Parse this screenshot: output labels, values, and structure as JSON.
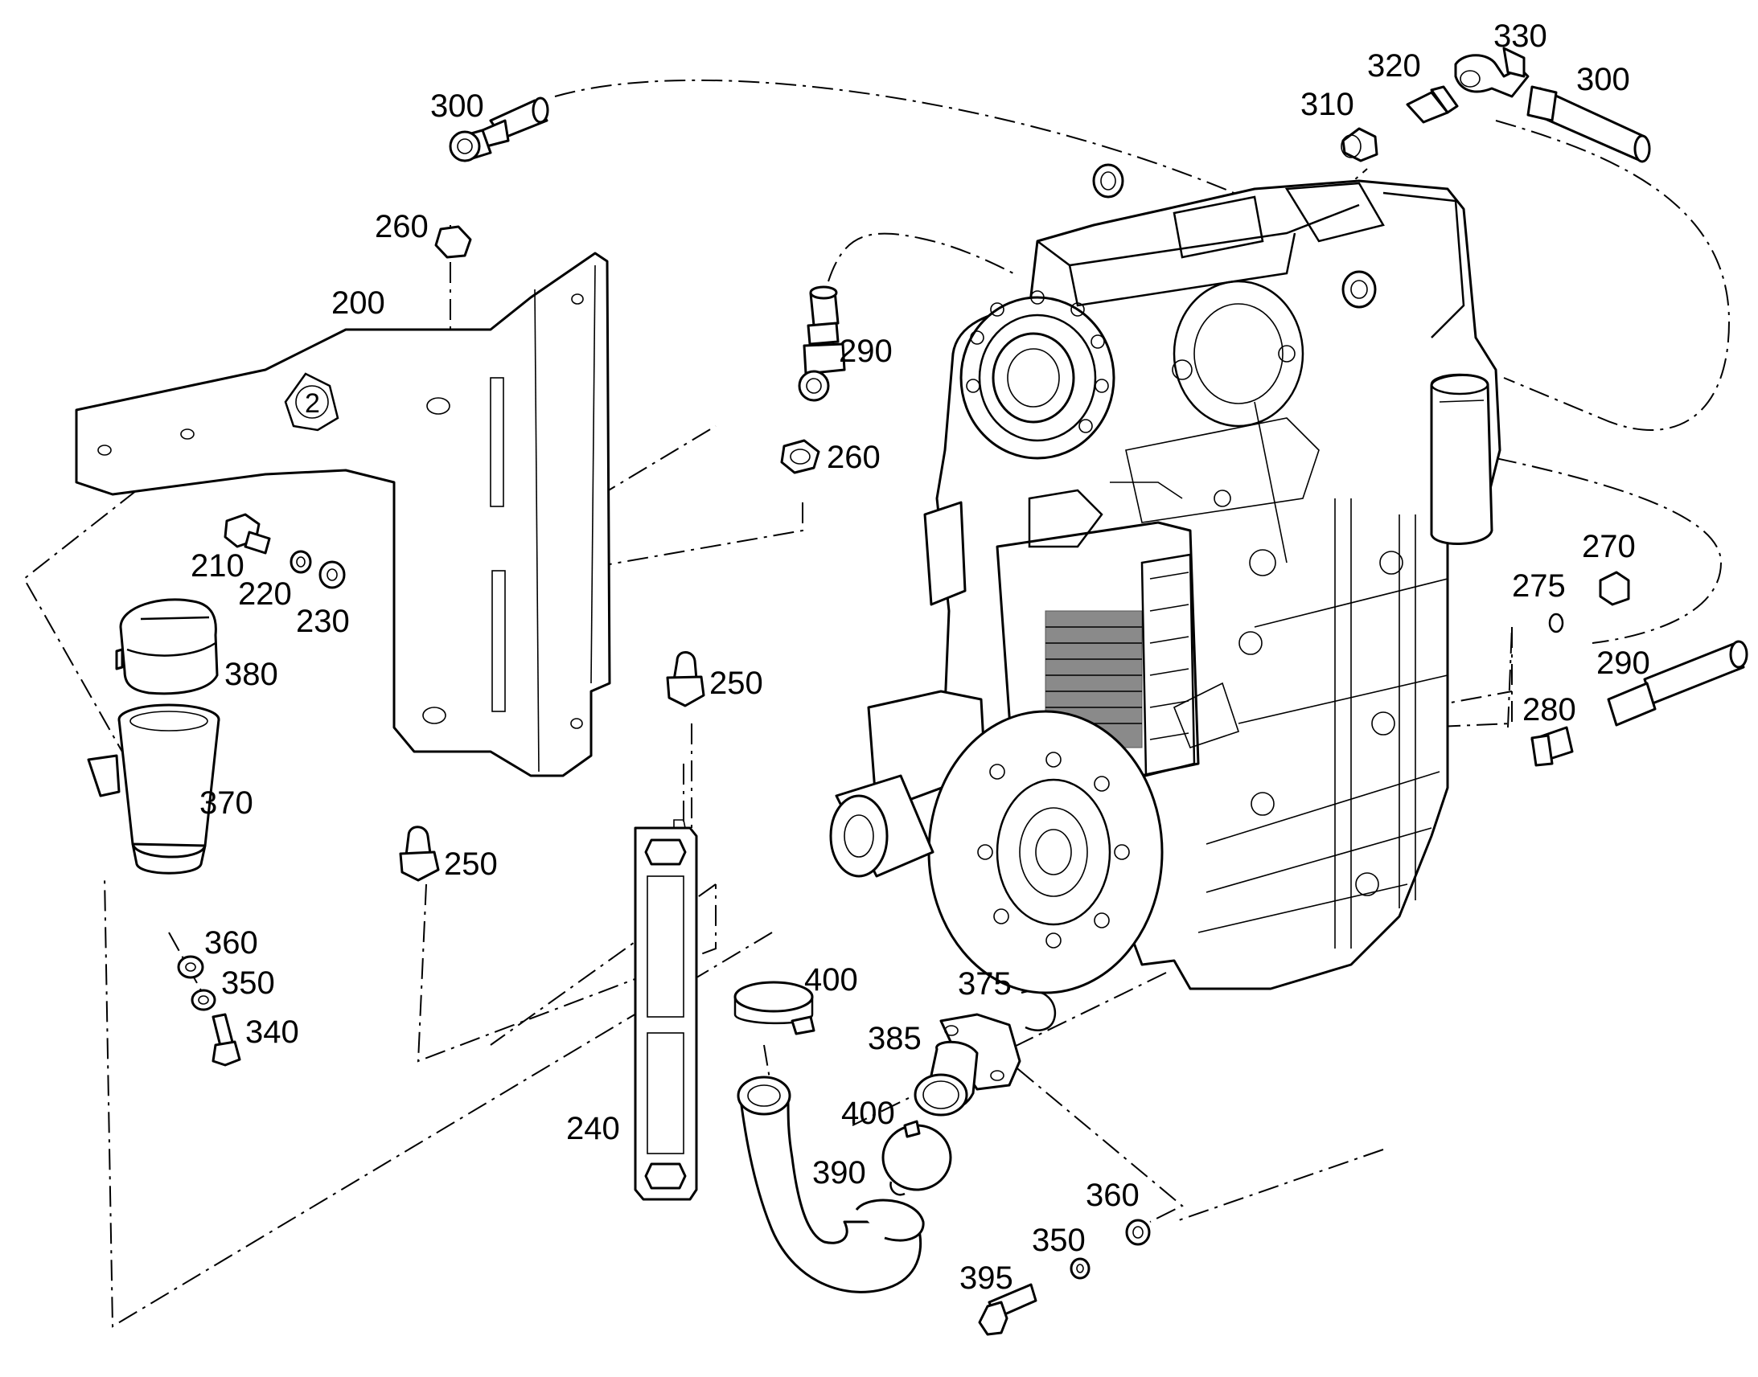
{
  "diagram": {
    "labels": [
      {
        "id": "lbl-300a",
        "text": "300"
      },
      {
        "id": "lbl-260a",
        "text": "260"
      },
      {
        "id": "lbl-200",
        "text": "200"
      },
      {
        "id": "lbl-290a",
        "text": "290"
      },
      {
        "id": "lbl-260b",
        "text": "260"
      },
      {
        "id": "lbl-210",
        "text": "210"
      },
      {
        "id": "lbl-220",
        "text": "220"
      },
      {
        "id": "lbl-230",
        "text": "230"
      },
      {
        "id": "lbl-380",
        "text": "380"
      },
      {
        "id": "lbl-370",
        "text": "370"
      },
      {
        "id": "lbl-250a",
        "text": "250"
      },
      {
        "id": "lbl-250b",
        "text": "250"
      },
      {
        "id": "lbl-360a",
        "text": "360"
      },
      {
        "id": "lbl-350a",
        "text": "350"
      },
      {
        "id": "lbl-340",
        "text": "340"
      },
      {
        "id": "lbl-240",
        "text": "240"
      },
      {
        "id": "lbl-400a",
        "text": "400"
      },
      {
        "id": "lbl-400b",
        "text": "400"
      },
      {
        "id": "lbl-375",
        "text": "375"
      },
      {
        "id": "lbl-385",
        "text": "385"
      },
      {
        "id": "lbl-390",
        "text": "390"
      },
      {
        "id": "lbl-360b",
        "text": "360"
      },
      {
        "id": "lbl-350b",
        "text": "350"
      },
      {
        "id": "lbl-395",
        "text": "395"
      },
      {
        "id": "lbl-310",
        "text": "310"
      },
      {
        "id": "lbl-320",
        "text": "320"
      },
      {
        "id": "lbl-330",
        "text": "330"
      },
      {
        "id": "lbl-300b",
        "text": "300"
      },
      {
        "id": "lbl-270",
        "text": "270"
      },
      {
        "id": "lbl-275",
        "text": "275"
      },
      {
        "id": "lbl-280",
        "text": "280"
      },
      {
        "id": "lbl-290b",
        "text": "290"
      }
    ],
    "logo_text": "2"
  }
}
